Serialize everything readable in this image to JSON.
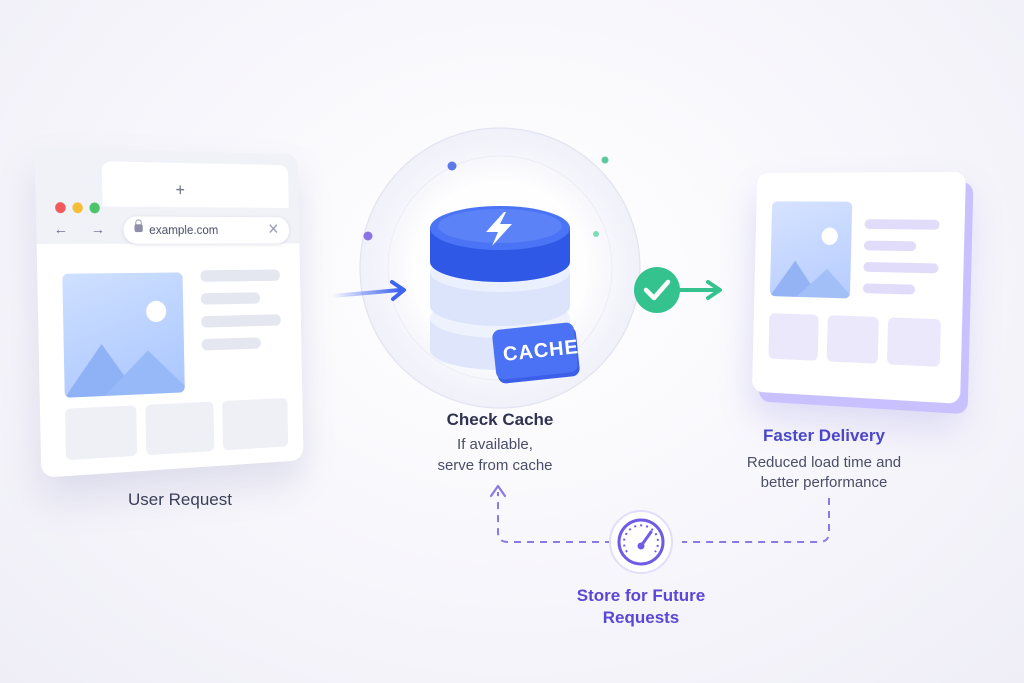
{
  "browser": {
    "url": "example.com",
    "new_tab": "+",
    "close": "✕",
    "nav": "← → ↻"
  },
  "labels": {
    "user_request": "User Request",
    "check_cache_title": "Check Cache",
    "check_cache_line1": "If available,",
    "check_cache_line2": "serve from cache",
    "faster_title": "Faster Delivery",
    "faster_line1": "Reduced load time and",
    "faster_line2": "better performance",
    "store_line1": "Store for Future",
    "store_line2": "Requests"
  },
  "cache": {
    "badge": "CACHE"
  },
  "icons": {
    "cache_top": "lightning-bolt-icon",
    "check": "checkmark-icon",
    "store": "speedometer-icon"
  },
  "colors": {
    "blue_arrow": "#3d63f2",
    "green": "#34c38f",
    "purple": "#6f5ce6",
    "cache_blue": "#3a66f0"
  }
}
